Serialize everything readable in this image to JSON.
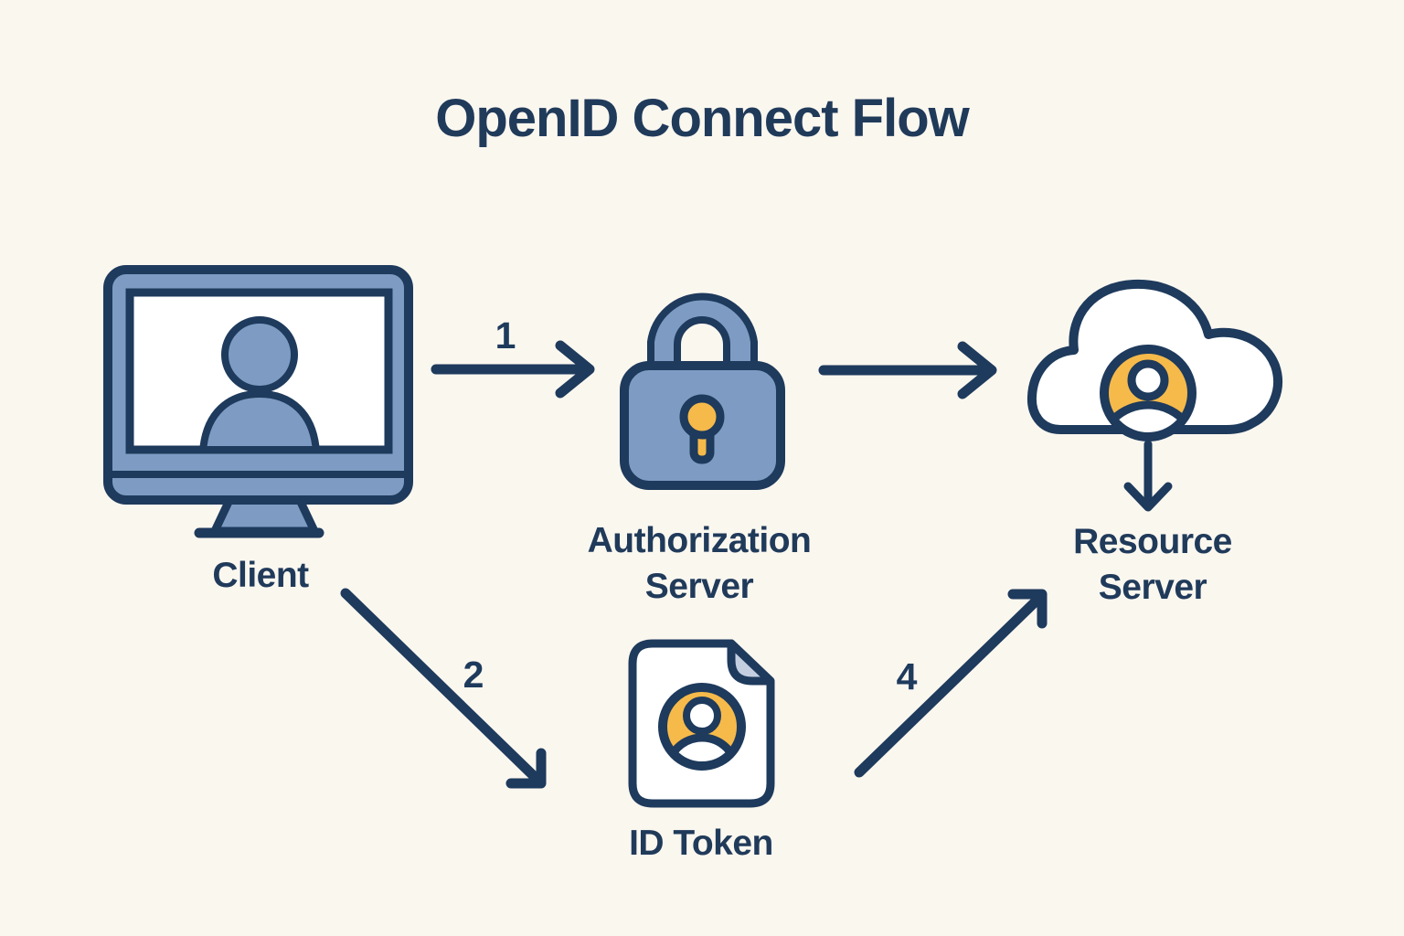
{
  "title": "OpenID Connect Flow",
  "nodes": {
    "client": {
      "line1": "Client",
      "line2": "",
      "icon": "monitor-user-icon"
    },
    "authorization_server": {
      "line1": "Authorization",
      "line2": "Server",
      "icon": "padlock-icon"
    },
    "resource_server": {
      "line1": "Resource",
      "line2": "Server",
      "icon": "cloud-user-icon"
    },
    "id_token": {
      "line1": "ID Token",
      "line2": "",
      "icon": "document-user-icon"
    }
  },
  "arrows": [
    {
      "from": "client",
      "to": "authorization_server",
      "step": "1",
      "direction": "right"
    },
    {
      "from": "authorization_server",
      "to": "resource_server",
      "step": "",
      "direction": "right"
    },
    {
      "from": "client",
      "to": "id_token",
      "step": "2",
      "direction": "down-right"
    },
    {
      "from": "id_token",
      "to": "resource_server",
      "step": "4",
      "direction": "up-right"
    },
    {
      "from": "resource_server_cloud",
      "to": "resource_server_label",
      "step": "",
      "direction": "down"
    }
  ],
  "colors": {
    "background": "#faf7ef",
    "outline_navy": "#1e3a5c",
    "icon_blue": "#7e9cc3",
    "accent_orange": "#f6ba4a",
    "fold_blue_gray": "#c3cfe0",
    "white": "#ffffff"
  }
}
